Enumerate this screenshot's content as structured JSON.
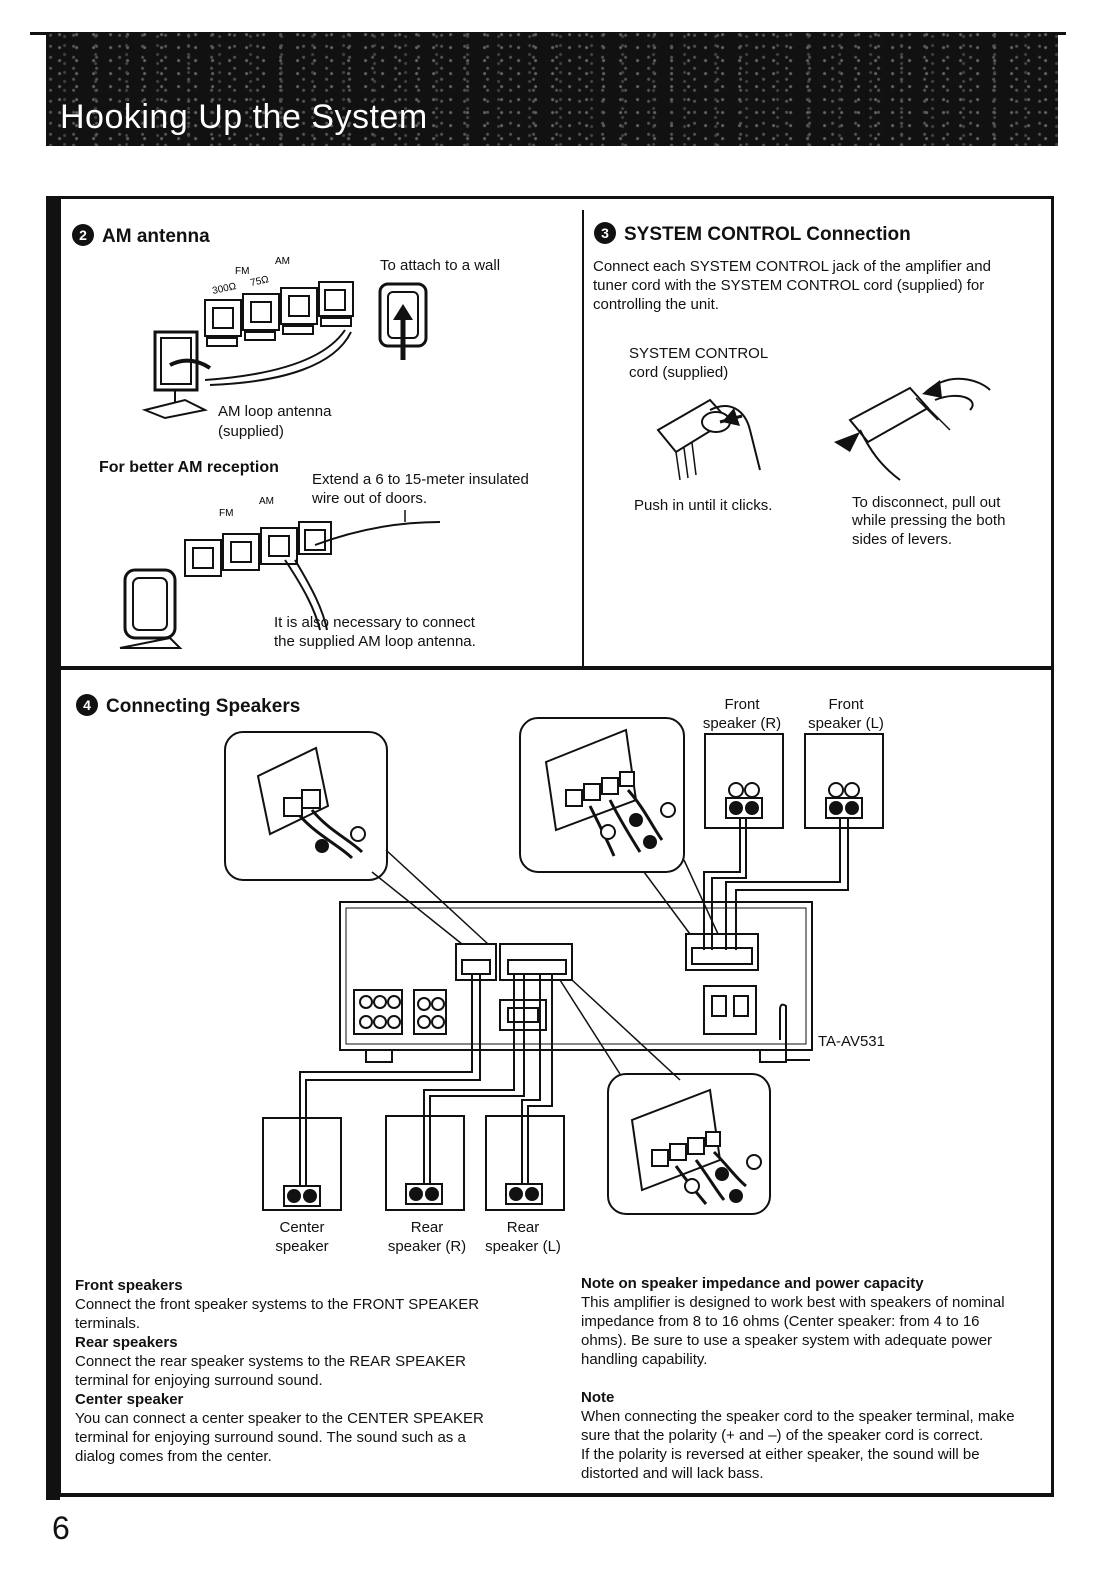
{
  "header": {
    "title": "Hooking Up the System"
  },
  "am_section": {
    "bullet": "2",
    "heading": "AM antenna",
    "wall_caption": "To attach to a wall",
    "loop_caption_1": "AM loop antenna",
    "loop_caption_2": "(supplied)",
    "better_heading": "For better AM reception",
    "extend_1": "Extend a 6 to 15-meter insulated",
    "extend_2": "wire out of doors.",
    "also_1": "It is also necessary to connect",
    "also_2": "the supplied AM loop antenna.",
    "terminal_fm": "FM",
    "terminal_am": "AM",
    "terminal_300": "300Ω",
    "terminal_75": "75Ω"
  },
  "sys_section": {
    "bullet": "3",
    "heading": "SYSTEM CONTROL Connection",
    "desc_1": "Connect each SYSTEM CONTROL jack of the amplifier and",
    "desc_2": "tuner cord with the SYSTEM CONTROL cord (supplied) for",
    "desc_3": "controlling the unit.",
    "cord_1": "SYSTEM CONTROL",
    "cord_2": "cord (supplied)",
    "push": "Push in until it clicks.",
    "disc_1": "To disconnect, pull out",
    "disc_2": "while pressing the both",
    "disc_3": "sides of levers."
  },
  "spk_section": {
    "bullet": "4",
    "heading": "Connecting Speakers",
    "front_r_1": "Front",
    "front_r_2": "speaker (R)",
    "front_l_1": "Front",
    "front_l_2": "speaker (L)",
    "center_1": "Center",
    "center_2": "speaker",
    "rear_r_1": "Rear",
    "rear_r_2": "speaker (R)",
    "rear_l_1": "Rear",
    "rear_l_2": "speaker (L)",
    "model": "TA-AV531",
    "plus": "+",
    "minus": "−"
  },
  "notes_left": {
    "front_head": "Front speakers",
    "front_1": "Connect the front speaker systems to the FRONT SPEAKER",
    "front_2": "terminals.",
    "rear_head": "Rear speakers",
    "rear_1": "Connect the rear speaker systems to the REAR SPEAKER",
    "rear_2": "terminal for enjoying surround sound.",
    "center_head": "Center speaker",
    "center_1": "You can connect a center speaker to the CENTER SPEAKER",
    "center_2": "terminal for enjoying surround sound.  The sound such as a",
    "center_3": "dialog comes from the center."
  },
  "notes_right": {
    "imp_head": "Note on speaker impedance and power capacity",
    "imp_1": "This amplifier is designed to work best with speakers of nominal",
    "imp_2": "impedance from 8 to 16 ohms (Center speaker: from 4 to 16",
    "imp_3": "ohms).  Be sure to use a speaker system with adequate power",
    "imp_4": "handling capability.",
    "note_head": "Note",
    "note_1": "When connecting the speaker cord to the speaker terminal, make",
    "note_2": "sure that the polarity (+ and –) of the speaker cord is correct.",
    "note_3": "If the polarity is reversed at either speaker, the sound will be",
    "note_4": "distorted and will lack bass."
  },
  "page": {
    "number": "6"
  }
}
